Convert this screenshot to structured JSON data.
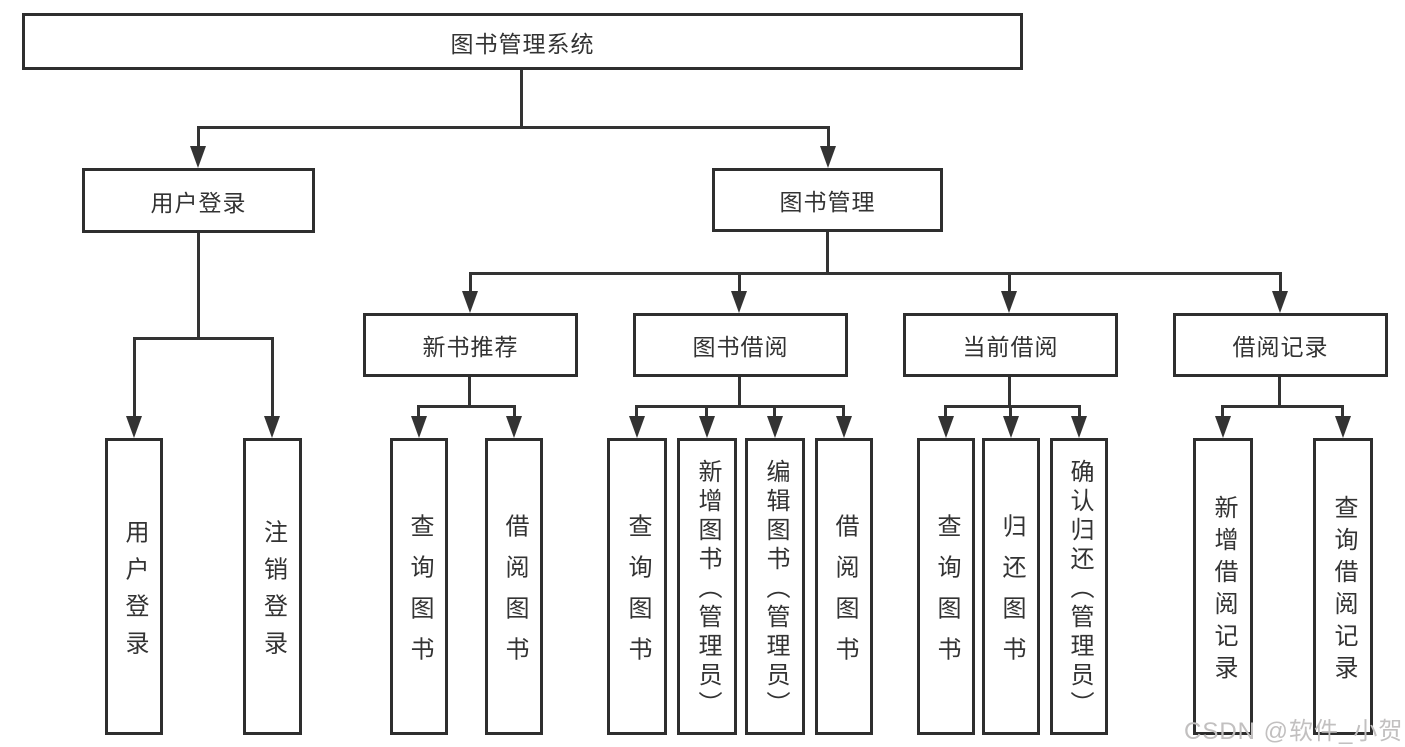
{
  "diagram": {
    "root": "图书管理系统",
    "level2": {
      "user_login": "用户登录",
      "book_mgmt": "图书管理"
    },
    "level3": {
      "new_book_rec": "新书推荐",
      "book_borrow": "图书借阅",
      "current_borrow": "当前借阅",
      "borrow_record": "借阅记录"
    },
    "leaves": {
      "user_login": [
        "用户登录",
        "注销登录"
      ],
      "new_book_rec": [
        "查询图书",
        "借阅图书"
      ],
      "book_borrow": [
        "查询图书",
        "新增图书（管理员）",
        "编辑图书（管理员）",
        "借阅图书"
      ],
      "current_borrow": [
        "查询图书",
        "归还图书",
        "确认归还（管理员）"
      ],
      "borrow_record": [
        "新增借阅记录",
        "查询借阅记录"
      ]
    }
  },
  "watermark": "CSDN @软件_小贺同学",
  "colors": {
    "line": "#333333",
    "box_border": "#2e2e2e",
    "text": "#333333",
    "watermark": "#c2c0c0",
    "background": "#ffffff"
  }
}
